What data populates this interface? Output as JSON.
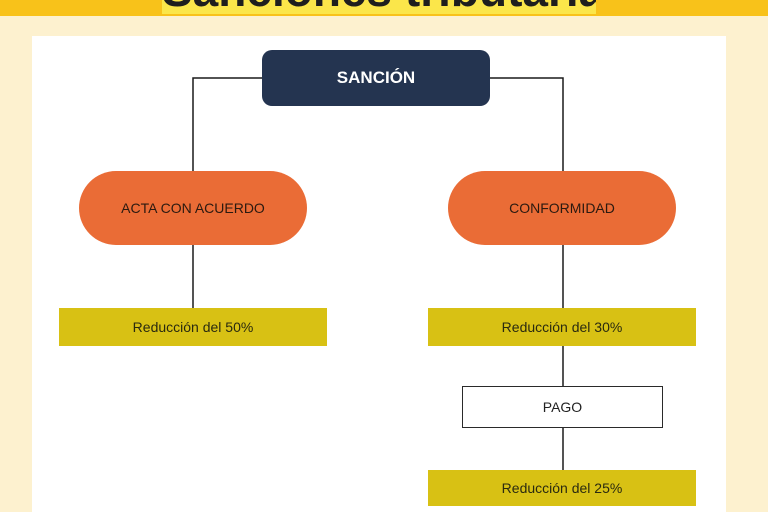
{
  "title": "Sanciones tributarias",
  "diagram": {
    "root": "SANCIÓN",
    "branches": {
      "left": {
        "label": "ACTA CON ACUERDO",
        "result": "Reducción del 50%"
      },
      "right": {
        "label": "CONFORMIDAD",
        "result": "Reducción del 30%",
        "step": "PAGO",
        "step_result": "Reducción del 25%"
      }
    }
  },
  "colors": {
    "header_band": "#f8c21a",
    "title_highlight": "#fbe64a",
    "root_fill": "#243450",
    "pill_fill": "#ea6c36",
    "bar_fill": "#d8c114",
    "background": "#fdf1cf"
  }
}
